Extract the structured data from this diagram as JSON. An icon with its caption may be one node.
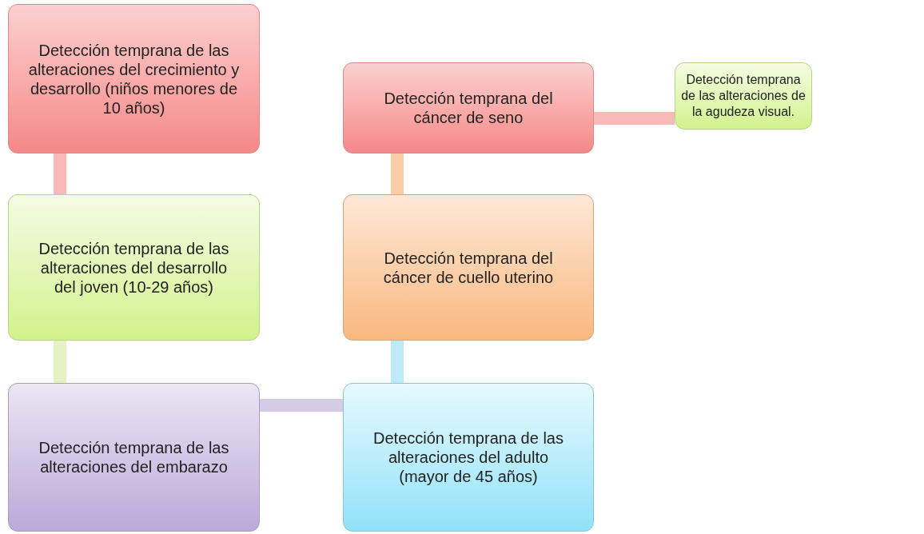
{
  "diagram": {
    "nodes": [
      {
        "text": [
          "Detección temprana de las alteraciones del crecimiento y desarrollo (niños menores de 10 años)"
        ]
      },
      {
        "text": [
          "Detección temprana de las alteraciones del desarrollo del joven (10-29 años)"
        ]
      },
      {
        "text": [
          "Detección temprana de las alteraciones del embarazo"
        ]
      },
      {
        "text": [
          "Detección temprana de las alteraciones del adulto (mayor de 45 años)"
        ]
      },
      {
        "text": [
          "Detección temprana del cáncer de cuello uterino"
        ]
      },
      {
        "text": [
          "Detección temprana del cáncer de seno"
        ]
      },
      {
        "text": [
          "Detección temprana de las alteraciones de la agudeza visual."
        ]
      }
    ],
    "edges": [
      {
        "from": 0,
        "to": 1,
        "arrow": "none",
        "color": "#f8b9b9"
      },
      {
        "from": 1,
        "to": 2,
        "arrow": "none",
        "color": "#e4f3c1"
      },
      {
        "from": 2,
        "to": 3,
        "arrow": "none",
        "color": "#d6cbe6"
      },
      {
        "from": 3,
        "to": 4,
        "arrow": "none",
        "color": "#bde9f9"
      },
      {
        "from": 4,
        "to": 5,
        "arrow": "none",
        "color": "#f9cda8"
      },
      {
        "from": 5,
        "to": 6,
        "arrow": "none",
        "color": "#f8b9b9"
      }
    ]
  }
}
